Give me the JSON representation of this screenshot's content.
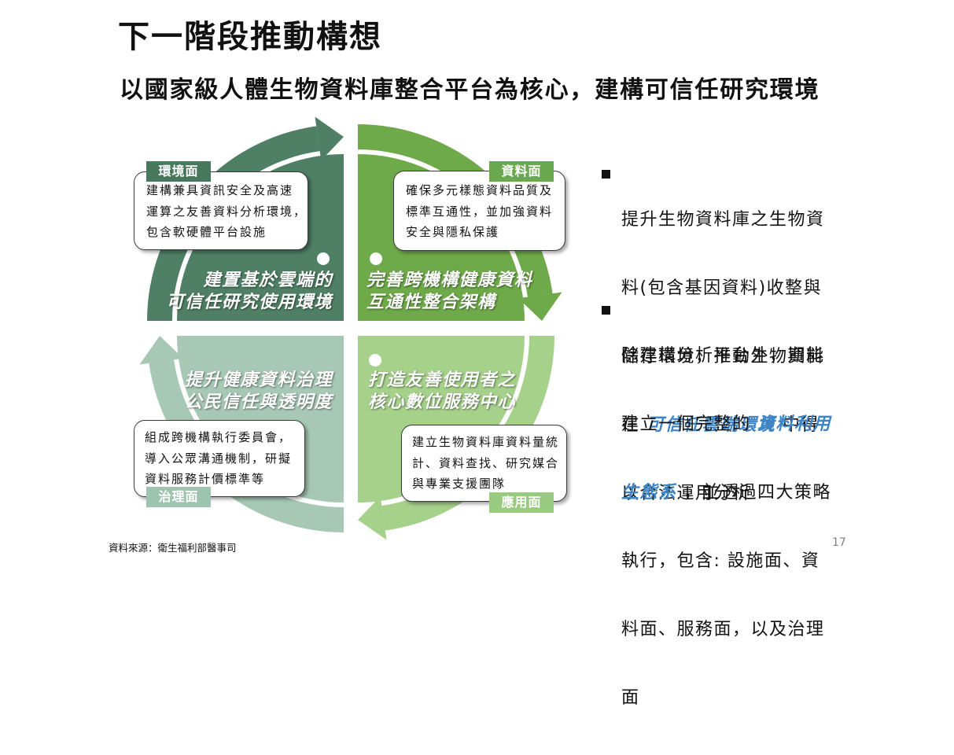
{
  "header": {
    "title": "下一階段推動構想",
    "subtitle": "以國家級人體生物資料庫整合平台為核心，建構可信任研究環境"
  },
  "quadrants": [
    {
      "tag": "環境面",
      "heading": [
        "建置基於雲端的",
        "可信任研究使用環境"
      ],
      "detail": [
        "建構兼具資訊安全及高速",
        "運算之友善資料分析環境，",
        "包含軟硬體平台設施"
      ],
      "color": "#4f7f64",
      "tag_color": "#47785c"
    },
    {
      "tag": "資料面",
      "heading": [
        "完善跨機構健康資料",
        "互通性整合架構"
      ],
      "detail": [
        "確保多元樣態資料品質及",
        "標準互通性，並加強資料",
        "安全與隱私保護"
      ],
      "color": "#6eaa49",
      "tag_color": "#6aa84f"
    },
    {
      "tag": "應用面",
      "heading": [
        "打造友善使用者之",
        "核心數位服務中心"
      ],
      "detail": [
        "建立生物資料庫資料量統",
        "計、資料查找、研究媒合",
        "與專業支援團隊"
      ],
      "color": "#a6d18b",
      "tag_color": "#98cb80"
    },
    {
      "tag": "治理面",
      "heading": [
        "提升健康資料治理",
        "公民信任與透明度"
      ],
      "detail": [
        "組成跨機構執行委員會，",
        "導入公眾溝通機制，研擬",
        "資料服務計價標準等"
      ],
      "color": "#a8c8b6",
      "tag_color": "#9ec3ae"
    }
  ],
  "bullets": [
    {
      "lines": [
        [
          {
            "text": "提升生物資料庫之生物資"
          }
        ],
        [
          {
            "text": "料(包含基因資料)收整與"
          }
        ],
        [
          {
            "text": "儲存環境，推動生物資料"
          }
        ],
        [
          {
            "text": "在 "
          },
          {
            "em": "可信任雲端環境"
          },
          {
            "text": " 中得"
          }
        ],
        [
          {
            "text": "以合法運用分析"
          }
        ]
      ]
    },
    {
      "lines": [
        [
          {
            "text": "除建構分析平台外，期能"
          }
        ],
        [
          {
            "text": "建立一個完整的 "
          },
          {
            "em": "資料利用"
          }
        ],
        [
          {
            "em": "生態系"
          },
          {
            "text": " ，並透過四大策略"
          }
        ],
        [
          {
            "text": "執行，包含: 設施面、資"
          }
        ],
        [
          {
            "text": "料面、服務面，以及治理"
          }
        ],
        [
          {
            "text": "面"
          }
        ]
      ]
    }
  ],
  "footer": {
    "source": "資料來源：衛生福利部醫事司",
    "page_number": "17"
  },
  "colors": {
    "emphasis": "#3d85c6",
    "text": "#111111",
    "box_border": "#3a3a3a"
  }
}
